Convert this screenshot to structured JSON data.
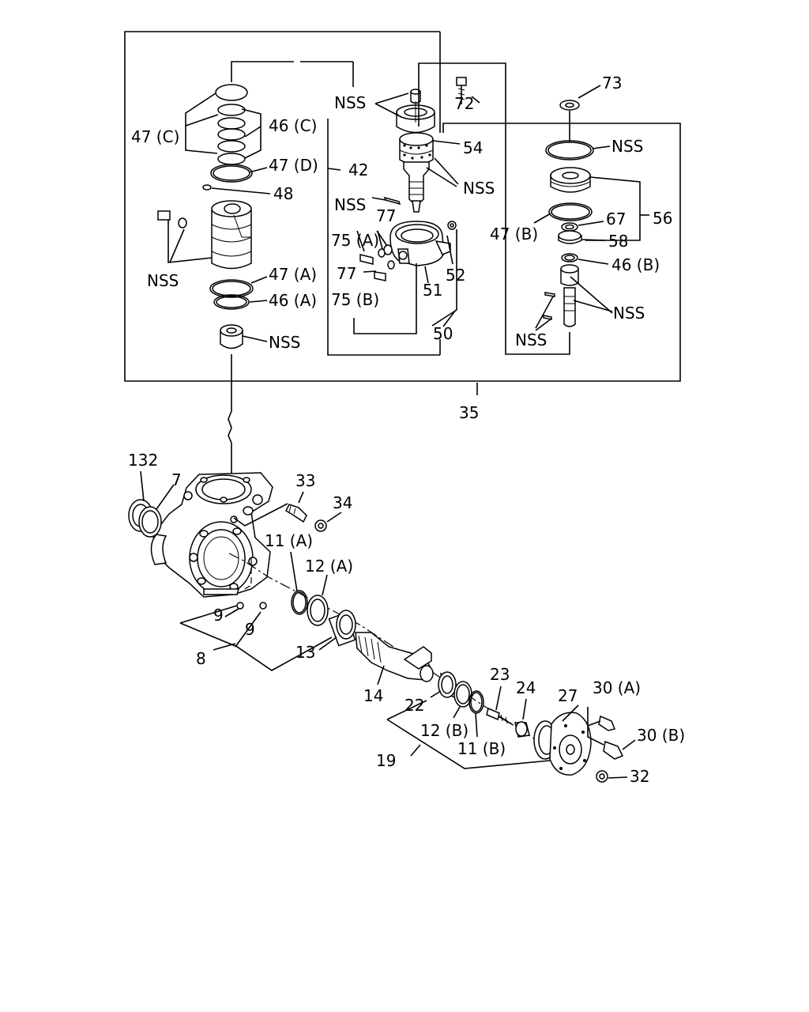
{
  "diagram": {
    "labels": {
      "nss": "NSS",
      "p7": "7",
      "p8": "8",
      "p9": "9",
      "p11a": "11 (A)",
      "p11b": "11 (B)",
      "p12a": "12 (A)",
      "p12b": "12 (B)",
      "p13": "13",
      "p14": "14",
      "p19": "19",
      "p22": "22",
      "p23": "23",
      "p24": "24",
      "p27": "27",
      "p30a": "30 (A)",
      "p30b": "30 (B)",
      "p32": "32",
      "p33": "33",
      "p34": "34",
      "p35": "35",
      "p42": "42",
      "p46a": "46 (A)",
      "p46b": "46 (B)",
      "p46c": "46 (C)",
      "p47a": "47 (A)",
      "p47b": "47 (B)",
      "p47c": "47 (C)",
      "p47d": "47 (D)",
      "p48": "48",
      "p50": "50",
      "p51": "51",
      "p52": "52",
      "p54": "54",
      "p56": "56",
      "p58": "58",
      "p67": "67",
      "p72": "72",
      "p73": "73",
      "p75a": "75 (A)",
      "p75b": "75 (B)",
      "p77": "77",
      "p132": "132"
    }
  }
}
